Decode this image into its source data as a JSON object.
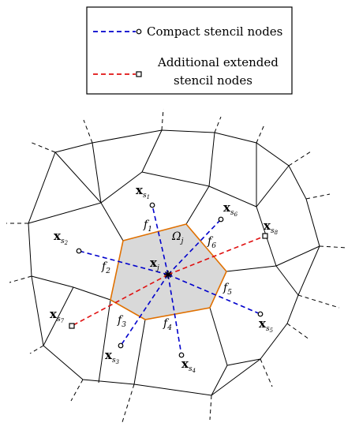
{
  "legend": {
    "compact_label": "Compact stencil nodes",
    "extended_label_line1": "Additional extended",
    "extended_label_line2": "stencil nodes",
    "compact_color": "#0000cc",
    "extended_color": "#e01010"
  },
  "cell": {
    "omega_symbol": "Ω",
    "omega_sub": "j",
    "center_symbol": "x",
    "center_sub": "j",
    "fill_color": "#d9d9d9",
    "edge_color": "#e07000"
  },
  "faces": [
    {
      "symbol": "f",
      "sub": "1"
    },
    {
      "symbol": "f",
      "sub": "2"
    },
    {
      "symbol": "f",
      "sub": "3"
    },
    {
      "symbol": "f",
      "sub": "4"
    },
    {
      "symbol": "f",
      "sub": "5"
    },
    {
      "symbol": "f",
      "sub": "6"
    }
  ],
  "nodes": [
    {
      "symbol": "x",
      "sub": "s",
      "subsub": "1",
      "kind": "compact"
    },
    {
      "symbol": "x",
      "sub": "s",
      "subsub": "2",
      "kind": "compact"
    },
    {
      "symbol": "x",
      "sub": "s",
      "subsub": "3",
      "kind": "compact"
    },
    {
      "symbol": "x",
      "sub": "s",
      "subsub": "4",
      "kind": "compact"
    },
    {
      "symbol": "x",
      "sub": "s",
      "subsub": "5",
      "kind": "compact"
    },
    {
      "symbol": "x",
      "sub": "s",
      "subsub": "6",
      "kind": "compact"
    },
    {
      "symbol": "x",
      "sub": "s",
      "subsub": "7",
      "kind": "extended"
    },
    {
      "symbol": "x",
      "sub": "s",
      "subsub": "8",
      "kind": "extended"
    }
  ]
}
